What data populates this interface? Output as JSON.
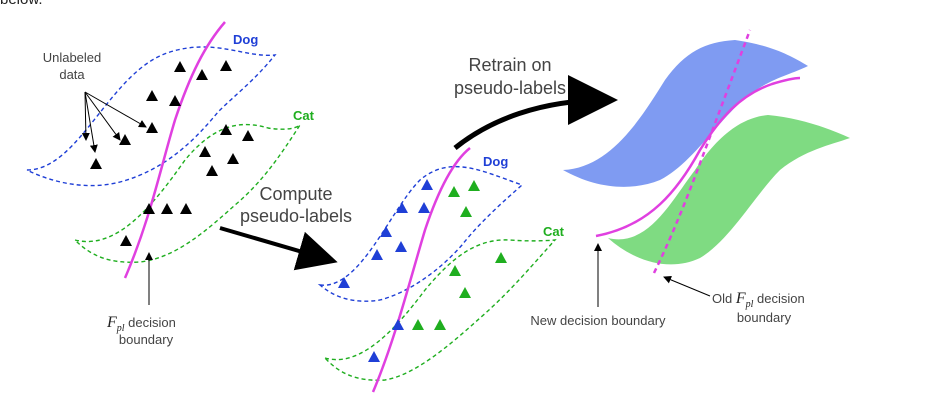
{
  "top_fragment": "below.",
  "colors": {
    "dog": "#1f3fd6",
    "cat": "#1fae1f",
    "boundary": "#e040e0",
    "dog_fill": "#7f9bf2",
    "cat_fill": "#7fdb82",
    "arrow": "#000000",
    "unlabeled": "#000000"
  },
  "panel1": {
    "dog_label": "Dog",
    "cat_label": "Cat",
    "unlabeled_label": [
      "Unlabeled",
      "data"
    ],
    "fpl_symbol": "F",
    "fpl_subscript": "pl",
    "fpl_text": " decision",
    "fpl_text2": "boundary"
  },
  "arrow1": {
    "label": [
      "Compute",
      "pseudo-labels"
    ]
  },
  "panel2": {
    "dog_label": "Dog",
    "cat_label": "Cat"
  },
  "arrow2": {
    "label": [
      "Retrain on",
      "pseudo-labels"
    ]
  },
  "panel3": {
    "new_boundary_label": "New decision boundary",
    "old_prefix": "Old ",
    "old_symbol": "F",
    "old_subscript": "pl",
    "old_suffix": " decision",
    "old_line2": "boundary"
  }
}
